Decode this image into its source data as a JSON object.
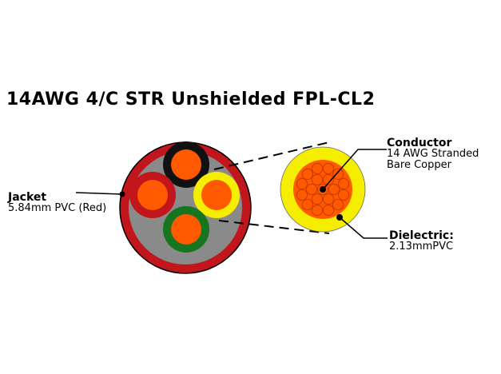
{
  "title": "14AWG 4/C STR Unshielded FPL-CL2",
  "jacket": {
    "heading": "Jacket",
    "detail": "5.84mm PVC (Red)"
  },
  "conductor": {
    "heading": "Conductor",
    "line1": "14 AWG Stranded",
    "line2": "Bare Copper"
  },
  "dielectric": {
    "heading": "Dielectric:",
    "detail": "2.13mmPVC"
  },
  "colors": {
    "jacket": "#c0161c",
    "filler": "#8a8a8a",
    "copper": "#ff5a00",
    "strand_outline": "#c83a00",
    "insulation_black": "#111111",
    "insulation_red": "#c0161c",
    "insulation_yellow": "#f5ee00",
    "insulation_green": "#17741f"
  }
}
